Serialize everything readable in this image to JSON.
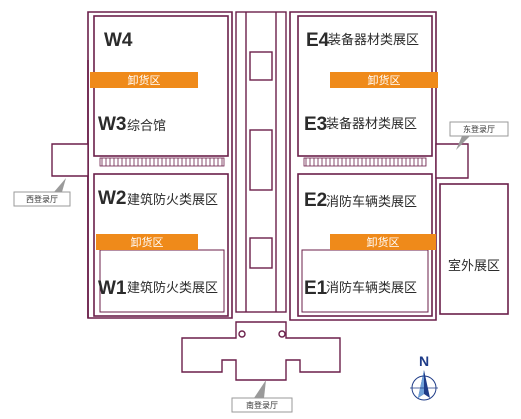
{
  "halls": {
    "w4": {
      "code": "W4",
      "name": ""
    },
    "w3": {
      "code": "W3",
      "name": "综合馆"
    },
    "w2": {
      "code": "W2",
      "name": "建筑防火类展区"
    },
    "w1": {
      "code": "W1",
      "name": "建筑防火类展区"
    },
    "e4": {
      "code": "E4",
      "name": "装备器材类展区"
    },
    "e3": {
      "code": "E3",
      "name": "装备器材类展区"
    },
    "e2": {
      "code": "E2",
      "name": "消防车辆类展区"
    },
    "e1": {
      "code": "E1",
      "name": "消防车辆类展区"
    }
  },
  "unloading": {
    "west_upper": "卸货区",
    "east_upper": "卸货区",
    "west_lower": "卸货区",
    "east_lower": "卸货区"
  },
  "outdoor": "室外展区",
  "lobbies": {
    "east": "东登录厅",
    "west": "西登录厅",
    "south": "南登录厅"
  },
  "compass": {
    "label": "N"
  },
  "colors": {
    "wall": "#6b1f4a",
    "unload": "#ef8a1a",
    "callout": "#9a9a9a"
  }
}
